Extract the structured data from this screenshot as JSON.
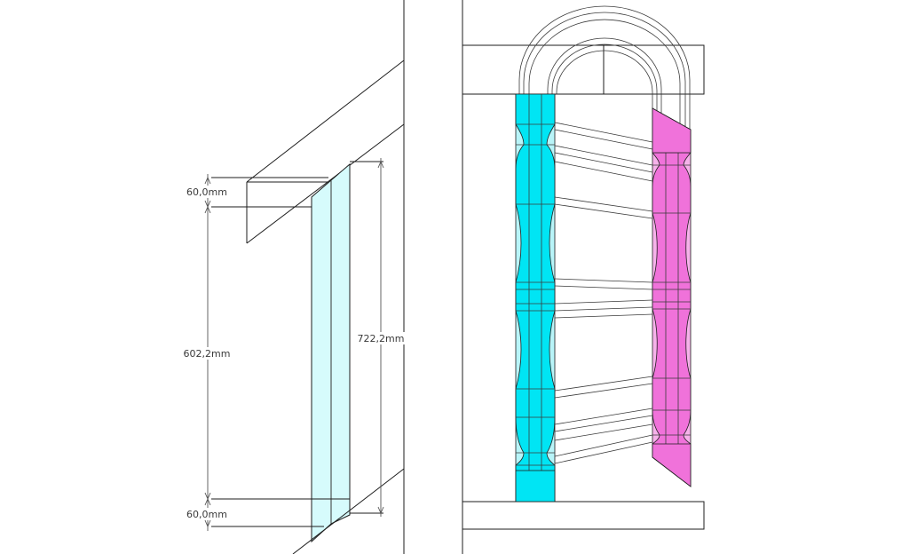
{
  "dimensions": {
    "top_tread": "60,0mm",
    "height": "602,2mm",
    "bottom_tread": "60,0mm",
    "overall": "722,2mm"
  },
  "colors": {
    "line": "#1e1e1e",
    "panel_fill": "#d6fbfc",
    "cyan_baluster": "#00e5f4",
    "magenta_baluster": "#f072da",
    "cyan_light": "#b8f4f8",
    "magenta_light": "#f6b2ea"
  }
}
